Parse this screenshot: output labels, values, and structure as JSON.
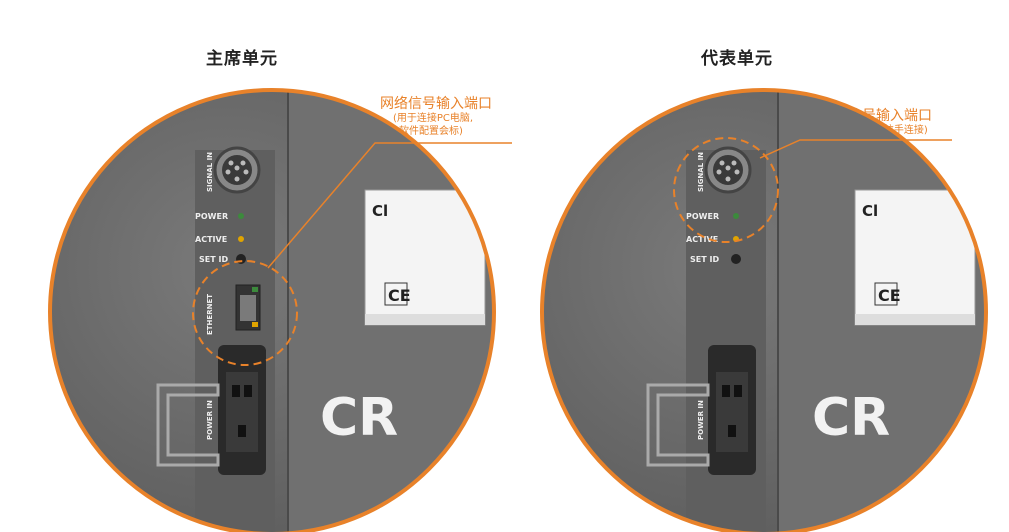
{
  "left": {
    "title": "主席单元",
    "callout_title": "网络信号输入端口",
    "callout_sub_line1": "(用于连接PC电脑,",
    "callout_sub_line2": "软件配置会标)",
    "port_signal": "SIGNAL IN",
    "led_power": "POWER",
    "led_active": "ACTIVE",
    "set_id": "SET ID",
    "ethernet": "ETHERNET",
    "power_in": "POWER IN",
    "brand": "CR",
    "brand_top": "Cl"
  },
  "right": {
    "title": "代表单元",
    "callout_title": "信号输入端口",
    "callout_sub": "(用于手拉手连接)",
    "port_signal": "SIGNAL IN",
    "led_power": "POWER",
    "led_active": "ACTIVE",
    "set_id": "SET ID",
    "power_in": "POWER IN",
    "brand": "CR",
    "brand_top": "Cl"
  },
  "colors": {
    "accent": "#e8822a",
    "panel": "#6f6f6f",
    "panel_dark": "#555555",
    "led_green": "#3c8a3c",
    "led_yellow": "#e0a400"
  }
}
